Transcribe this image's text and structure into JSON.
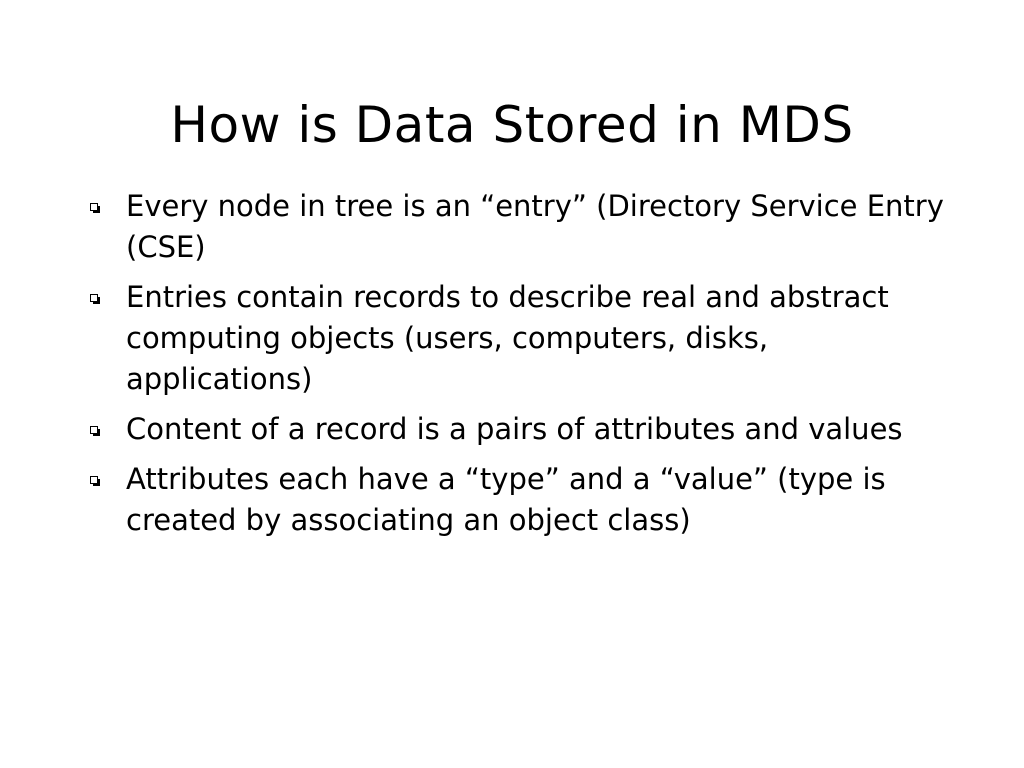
{
  "slide": {
    "title": "How is Data Stored in MDS",
    "bullets": [
      {
        "icon": "checkbox-square-icon",
        "text": "Every node in tree is an “entry” (Directory Service Entry (CSE)"
      },
      {
        "icon": "checkbox-square-icon",
        "text": "Entries contain records to describe real and abstract computing objects (users, computers, disks, applications)"
      },
      {
        "icon": "checkbox-square-icon",
        "text": "Content of a record is a pairs of attributes and values"
      },
      {
        "icon": "checkbox-square-icon",
        "text": "Attributes each have a “type” and a “value” (type is created by associating an object class)"
      }
    ]
  }
}
